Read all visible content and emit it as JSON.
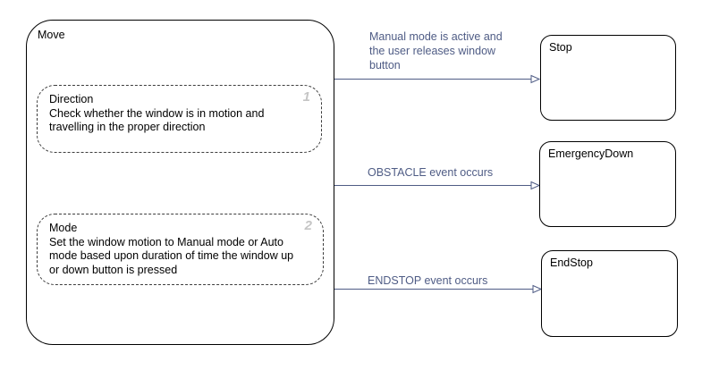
{
  "chart": {
    "main_state": {
      "title": "Move",
      "substates": [
        {
          "badge": "1",
          "title": "Direction",
          "description": "Check whether the window is in motion and travelling in the proper direction"
        },
        {
          "badge": "2",
          "title": "Mode",
          "description": "Set the window motion to Manual mode or Auto mode based upon duration of time the window up or down button is pressed"
        }
      ]
    },
    "transitions": [
      {
        "label": "Manual mode is active and the user releases window button",
        "source": "Move",
        "target": "Stop"
      },
      {
        "label": "OBSTACLE event occurs",
        "source": "Move",
        "target": "EmergencyDown"
      },
      {
        "label": "ENDSTOP event occurs",
        "source": "Move",
        "target": "EndStop"
      }
    ],
    "target_states": [
      {
        "title": "Stop"
      },
      {
        "title": "EmergencyDown"
      },
      {
        "title": "EndStop"
      }
    ],
    "colors": {
      "background": "#ffffff",
      "state_border": "#000000",
      "state_text": "#000000",
      "substate_border": "#3d3d3d",
      "order_badge": "#c5c5c5",
      "transition": "#4f5c85"
    }
  }
}
